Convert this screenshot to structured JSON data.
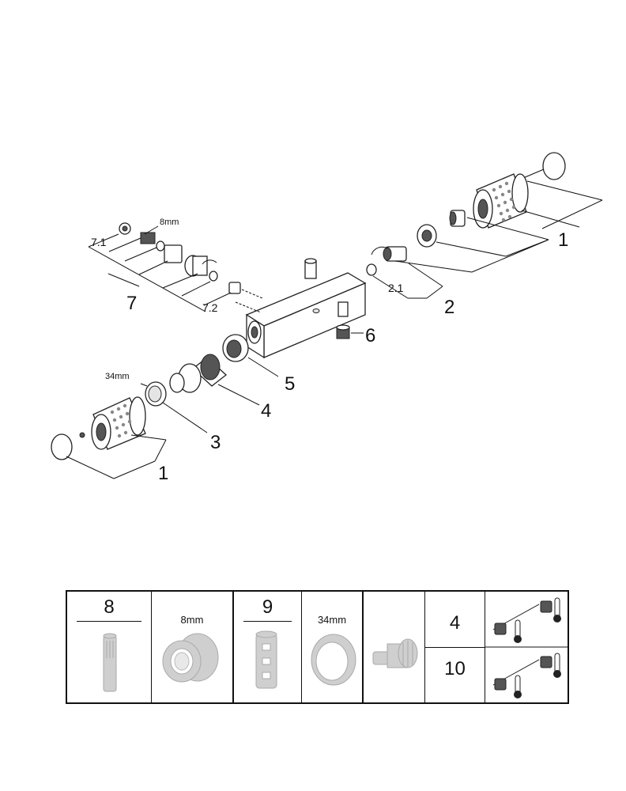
{
  "callouts": {
    "c1_right": "1",
    "c1_left": "1",
    "c2": "2",
    "c2_1": "2.1",
    "c3": "3",
    "c4": "4",
    "c5": "5",
    "c6": "6",
    "c7": "7",
    "c7_1": "7.1",
    "c7_2": "7.2",
    "size_8mm": "8mm",
    "size_34mm": "34mm"
  },
  "table": {
    "cell8": {
      "number": "8"
    },
    "cell8mm": {
      "size": "8mm"
    },
    "cell9": {
      "number": "9"
    },
    "cell34mm": {
      "size": "34mm"
    },
    "cell_kits": {
      "top_number": "4",
      "bottom_number": "10"
    }
  }
}
